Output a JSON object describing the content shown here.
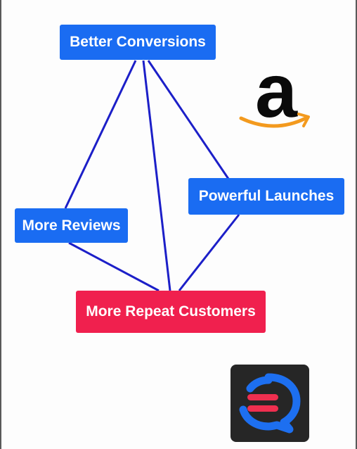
{
  "nodes": {
    "better_conversions": "Better Conversions",
    "powerful_launches": "Powerful Launches",
    "more_reviews": "More Reviews",
    "more_repeat_customers": "More Repeat Customers"
  },
  "logos": {
    "amazon": {
      "letter": "a"
    }
  },
  "colors": {
    "node_blue": "#1a6cf2",
    "node_red": "#f0204e",
    "link_line": "#1c1fc8",
    "amazon_smile": "#f39a1e",
    "app_logo_bg": "#262626"
  },
  "icons": [
    "amazon-logo-icon",
    "chat-app-logo-icon"
  ]
}
